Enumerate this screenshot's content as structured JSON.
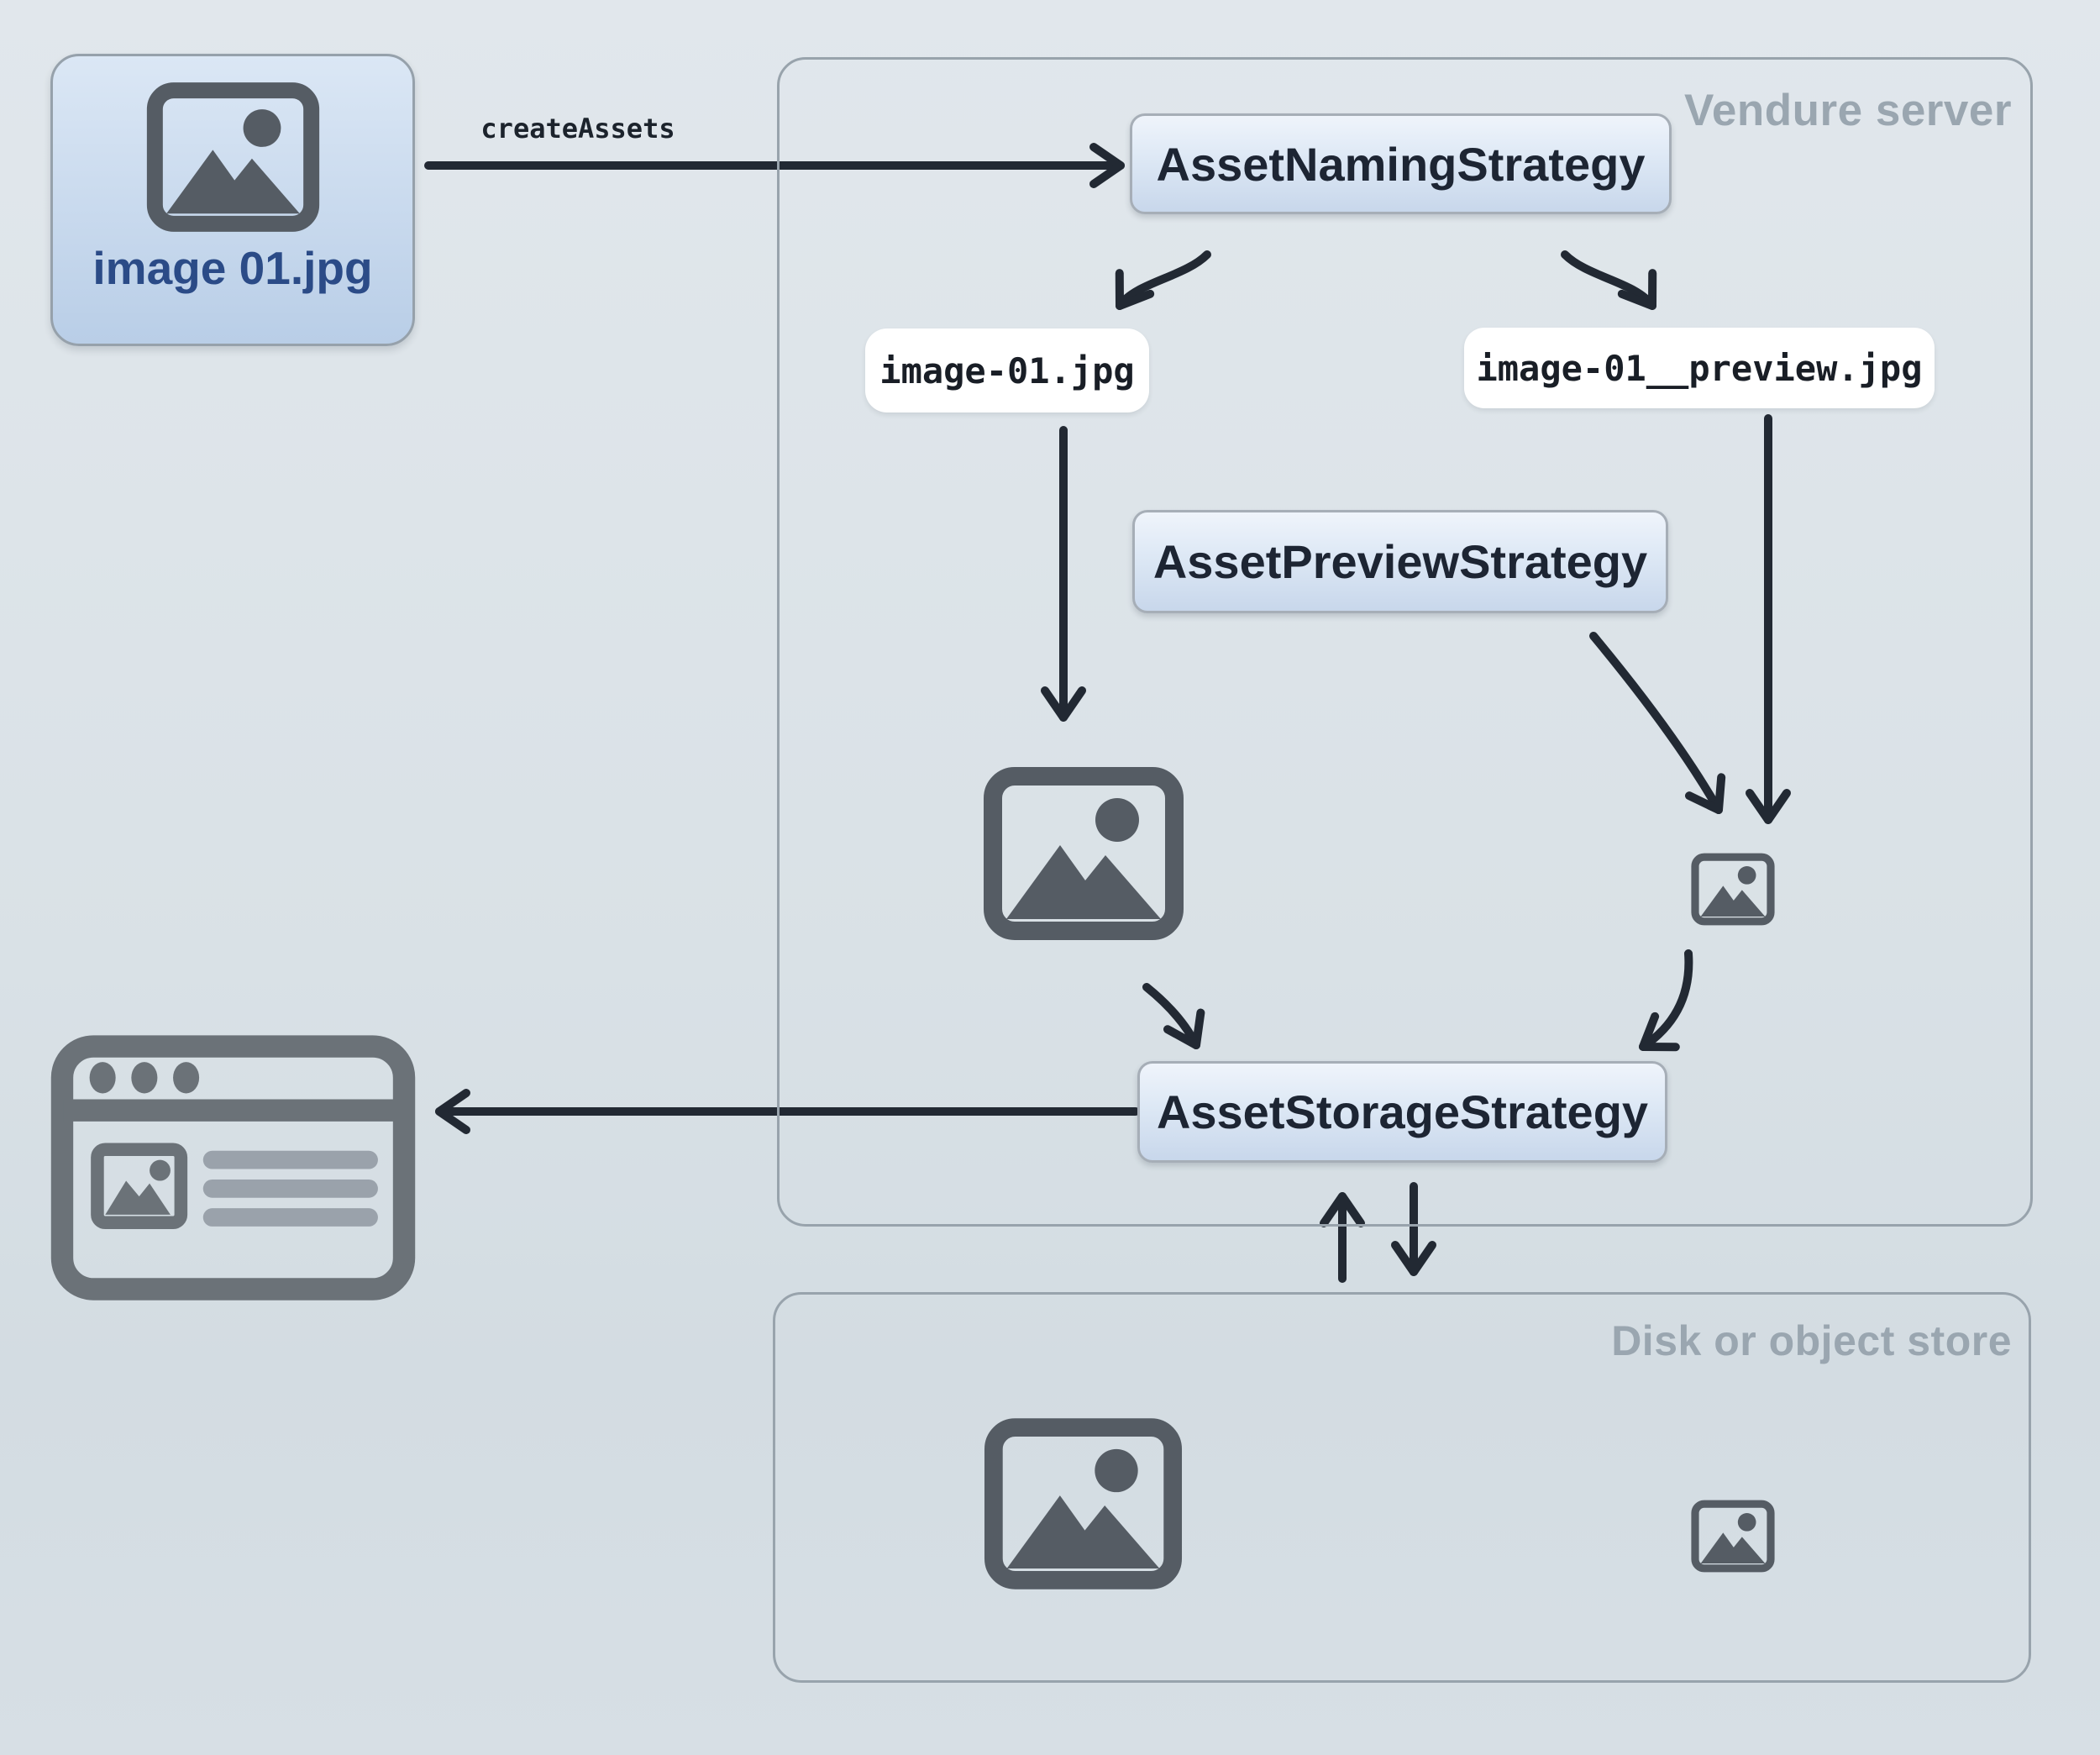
{
  "source_file_box": {
    "label": "image 01.jpg"
  },
  "create_assets": {
    "label": "createAssets"
  },
  "vendure_server": {
    "title": "Vendure server",
    "naming_strategy_label": "AssetNamingStrategy",
    "preview_strategy_label": "AssetPreviewStrategy",
    "storage_strategy_label": "AssetStorageStrategy",
    "source_file_chip": "image-01.jpg",
    "preview_file_chip": "image-01__preview.jpg"
  },
  "disk_store": {
    "title": "Disk or object store"
  },
  "icons": {
    "source_file": "image-icon",
    "stored_image_large": "image-icon",
    "stored_preview_small": "image-icon",
    "disk_image_large": "image-icon",
    "disk_preview_small": "image-icon",
    "client": "browser-window-icon"
  },
  "colors": {
    "bg-top": "#e1e7ec",
    "bg-bottom": "#d3dce2",
    "container-border": "#98a3ac",
    "container-title": "#9aa6b0",
    "box-border": "#a6aeb7",
    "box-fill-top": "#eff4fb",
    "box-fill-bottom": "#c8d7eb",
    "box-text": "#1d2533",
    "file-box-border": "#96a1ab",
    "file-box-fill-top": "#dbe7f5",
    "file-box-fill-bottom": "#b9cee7",
    "file-box-text": "#2b4b87",
    "chip-bg": "#ffffff",
    "chip-text": "#191e26",
    "arrow": "#222933",
    "icon": "#555c64",
    "browser-icon": "#6b7278",
    "icon-light": "#9aa2ab"
  }
}
